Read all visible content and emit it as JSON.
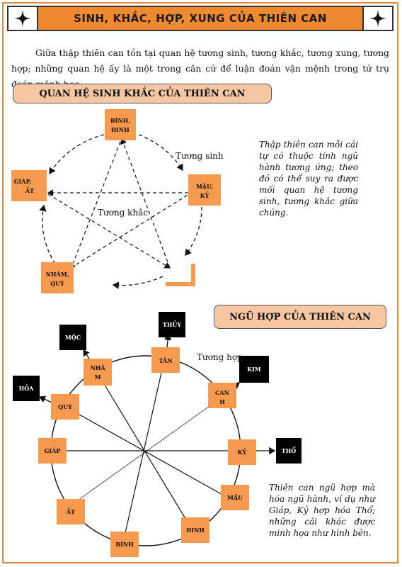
{
  "banner": {
    "title": "SINH, KHẮC, HỢP, XUNG CỦA THIÊN CAN"
  },
  "intro": "Giữa thập thiên can tồn tại quan hệ tương sinh, tương khắc, tương xung, tương hợp; những quan hệ ấy là một trong căn cứ để luận đoán vận mệnh trong tứ trụ đoán mệnh học.",
  "section1": {
    "title": "QUAN HỆ SINH KHẮC CỦA THIÊN CAN",
    "nodes": {
      "binh_dinh": [
        "BÍNH,",
        "ĐINH"
      ],
      "mau_ky": [
        "MẬU,",
        "KỶ"
      ],
      "giap_at": [
        "GIÁP,",
        "ẤT"
      ],
      "nham_quy": [
        "NHÂM,",
        "QUÝ"
      ]
    },
    "label_sinh": "Tương sinh",
    "label_khac": "Tương khắc",
    "note": "Thập thiên can mỗi cái tự có thuộc tính ngũ hành tương ứng; theo đó có thể suy ra được mối quan hệ tương sinh, tương khắc giữa chúng."
  },
  "section2": {
    "title": "NGŨ HỢP CỦA THIÊN CAN",
    "label_hop": "Tương hợp",
    "stems": {
      "tan": "TÂN",
      "canh": [
        "CAN",
        "H"
      ],
      "ky": "KỶ",
      "mau": "MẬU",
      "dinh": "ĐINH",
      "binh": "BÍNH",
      "at": "ẤT",
      "giap": "GIÁP",
      "quy": "QUÝ",
      "nham": [
        "NHÂ",
        "M"
      ]
    },
    "elements": {
      "thuy": "THỦY",
      "kim": "KIM",
      "tho": "THỔ",
      "hoa": "HỎA",
      "moc": "MỘC"
    },
    "note": "Thiên can ngũ hợp mà hóa ngũ hành, ví dụ như Giáp, Kỷ hợp hóa Thổ; những cái khác được minh họa như hình bên."
  },
  "colors": {
    "orange": "#f59a4e",
    "banner": "#f08a30",
    "pill": "#f7c7a3",
    "black": "#000000"
  }
}
